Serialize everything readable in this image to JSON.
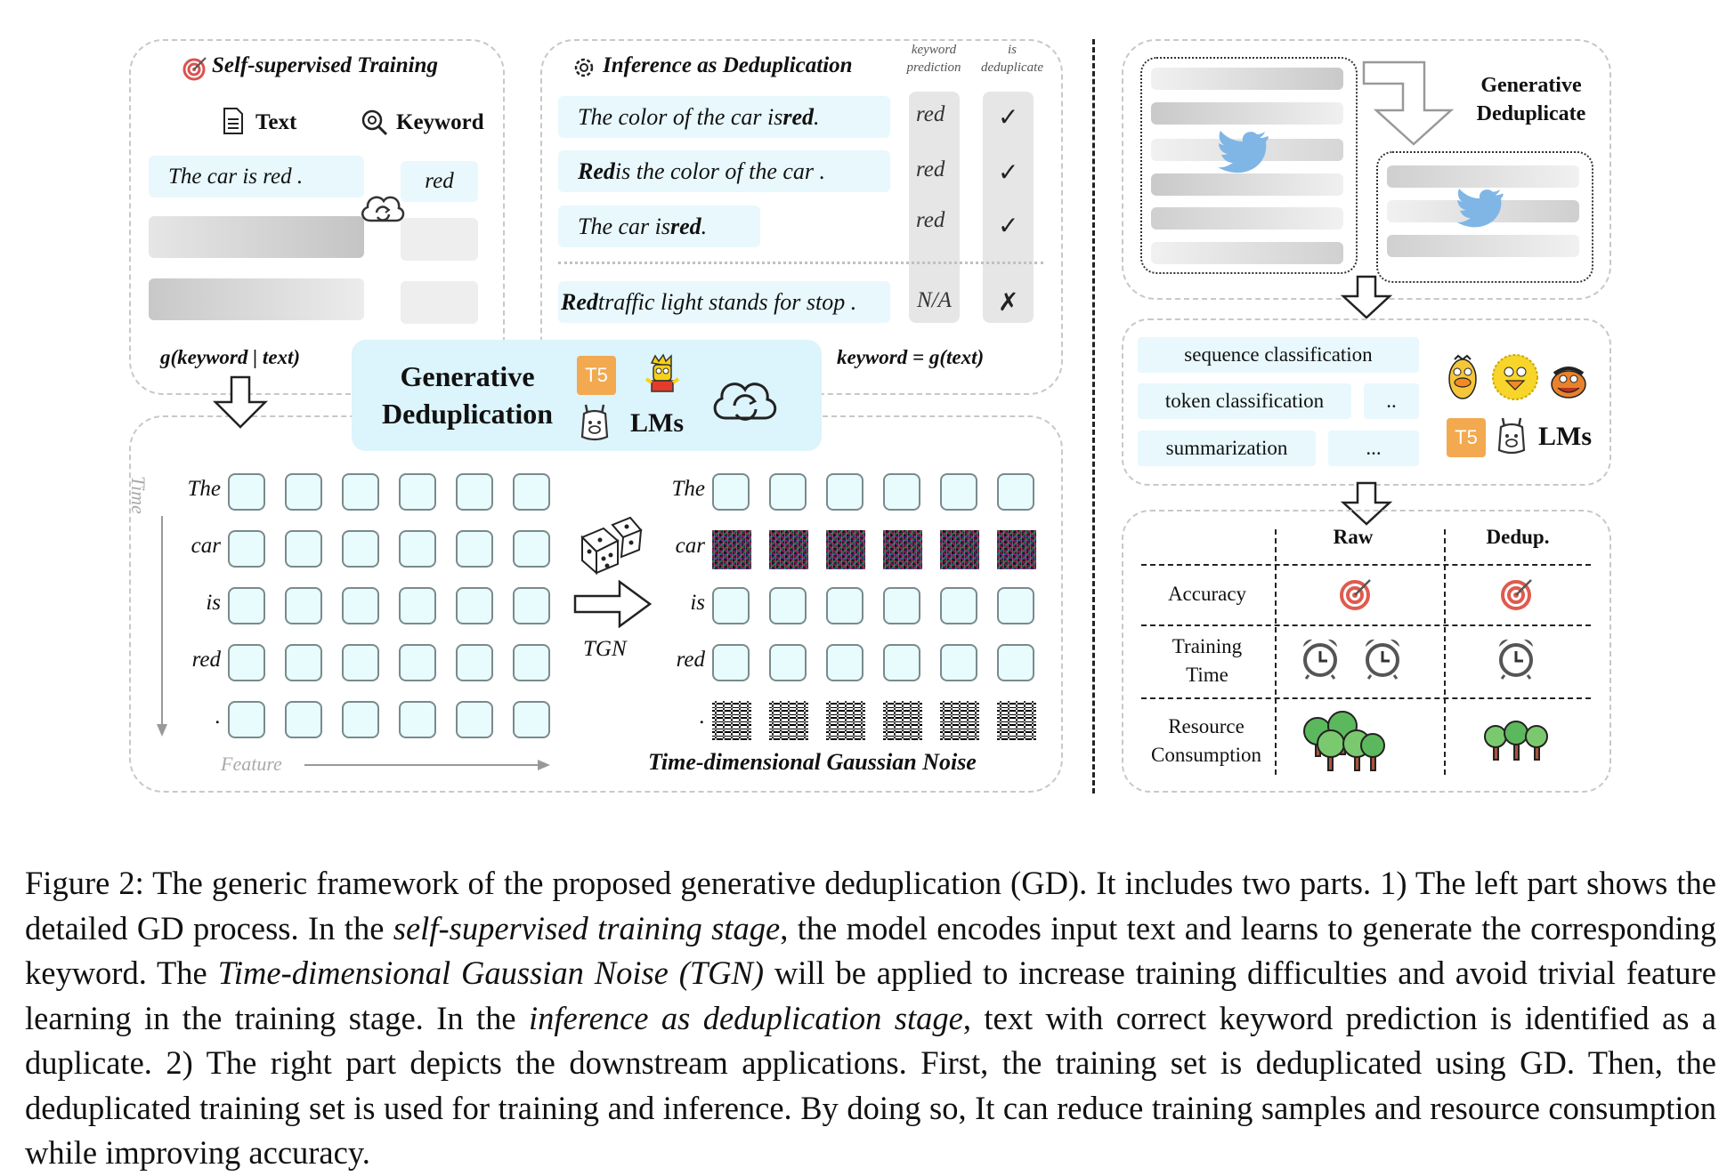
{
  "left_panel": {
    "training": {
      "title": "Self-supervised Training",
      "text_header": "Text",
      "keyword_header": "Keyword",
      "sentence": "The car is red .",
      "keyword": "red",
      "formula": "g(keyword | text)"
    },
    "inference": {
      "title": "Inference as Deduplication",
      "col1_line1": "keyword",
      "col1_line2": "prediction",
      "col2_line1": "is",
      "col2_line2": "deduplicate",
      "rows": [
        {
          "pre": "The color of the car is ",
          "bold": "red",
          "post": " .",
          "pred": "red",
          "mark": "✓"
        },
        {
          "pre": "",
          "bold": "Red",
          "post": " is the color of the car .",
          "pred": "red",
          "mark": "✓"
        },
        {
          "pre": "The car is ",
          "bold": "red",
          "post": " .",
          "pred": "red",
          "mark": "✓"
        },
        {
          "pre": "",
          "bold": "Red",
          "post": " traffic light stands for stop .",
          "pred": "N/A",
          "mark": "✗"
        }
      ],
      "formula": "keyword = g(text)"
    },
    "center_badge": {
      "line1": "Generative",
      "line2": "Deduplication",
      "t5": "T5",
      "lms": "LMs"
    },
    "noise": {
      "time_axis": "Time",
      "feature_axis": "Feature",
      "row_labels": [
        "The",
        "car",
        "is",
        "red",
        "."
      ],
      "tgn": "TGN",
      "title": "Time-dimensional Gaussian Noise"
    }
  },
  "right_panel": {
    "generative_dedup_line1": "Generative",
    "generative_dedup_line2": "Deduplicate",
    "tasks": [
      "sequence classification",
      "token classification",
      "..",
      "summarization",
      "..."
    ],
    "t5": "T5",
    "lms": "LMs",
    "table": {
      "col_raw": "Raw",
      "col_dedup": "Dedup.",
      "row1": "Accuracy",
      "row2_line1": "Training",
      "row2_line2": "Time",
      "row3_line1": "Resource",
      "row3_line2": "Consumption"
    }
  },
  "caption": {
    "s1": "Figure 2: The generic framework of the proposed generative deduplication (GD). It includes two parts. 1) The left part shows the detailed GD process. In the ",
    "i1": "self-supervised training stage",
    "s2": ", the model encodes input text and learns to generate the corresponding keyword. The ",
    "i2": "Time-dimensional Gaussian Noise (TGN)",
    "s3": " will be applied to increase training difficulties and avoid trivial feature learning in the training stage. In the ",
    "i3": "inference as deduplication stage",
    "s4": ", text with correct keyword prediction is identified as a duplicate. 2) The right part depicts the downstream applications. First, the training set is deduplicated using GD. Then, the deduplicated training set is used for training and inference. By doing so, It can reduce training samples and resource consumption while improving accuracy."
  }
}
